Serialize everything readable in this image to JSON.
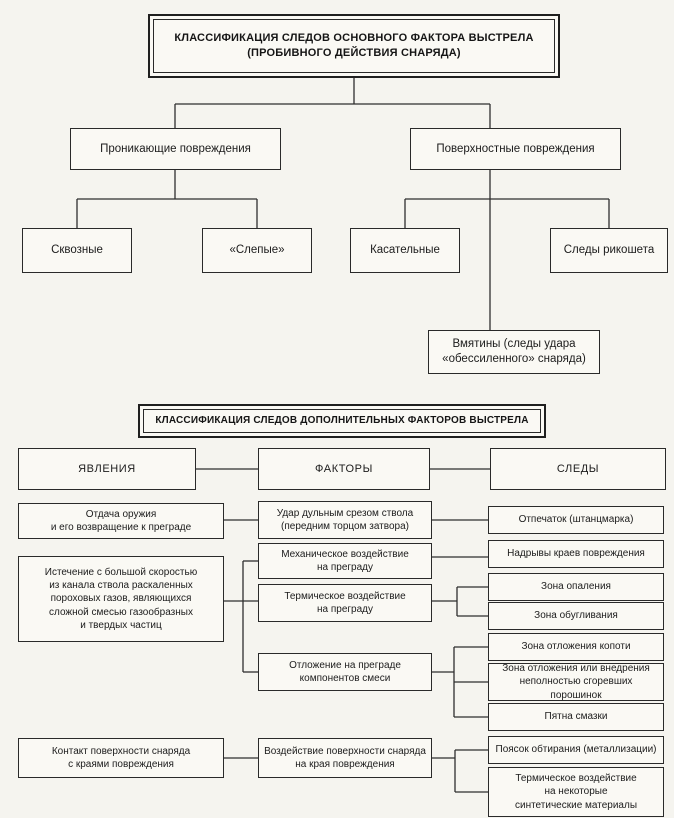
{
  "colors": {
    "ink": "#2a2a2a",
    "paper": "#f5f4ef"
  },
  "diagram1": {
    "title": "КЛАССИФИКАЦИЯ СЛЕДОВ ОСНОВНОГО ФАКТОРА ВЫСТРЕЛА\n(ПРОБИВНОГО ДЕЙСТВИЯ СНАРЯДА)",
    "penetrating": "Проникающие повреждения",
    "surface": "Поверхностные повреждения",
    "through": "Сквозные",
    "blind": "«Слепые»",
    "tangential": "Касательные",
    "ricochet": "Следы рикошета",
    "dents": "Вмятины (следы удара\n«обессиленного» снаряда)"
  },
  "diagram2": {
    "title": "КЛАССИФИКАЦИЯ СЛЕДОВ ДОПОЛНИТЕЛЬНЫХ ФАКТОРОВ ВЫСТРЕЛА",
    "headers": {
      "phenomena": "ЯВЛЕНИЯ",
      "factors": "ФАКТОРЫ",
      "traces": "СЛЕДЫ"
    },
    "phenomena": [
      {
        "label": "Отдача оружия\nи его возвращение к преграде"
      },
      {
        "label": "Истечение с большой скоростью\nиз канала ствола раскаленных\nпороховых газов, являющихся\nсложной смесью газообразных\nи твердых частиц"
      },
      {
        "label": "Контакт поверхности снаряда\nс краями повреждения"
      }
    ],
    "factors": [
      {
        "label": "Удар дульным срезом ствола\n(передним торцом затвора)"
      },
      {
        "label": "Механическое воздействие\nна преграду"
      },
      {
        "label": "Термическое воздействие\nна преграду"
      },
      {
        "label": "Отложение на преграде\nкомпонентов смеси"
      },
      {
        "label": "Воздействие поверхности снаряда\nна края повреждения"
      }
    ],
    "traces": [
      {
        "label": "Отпечаток (штанцмарка)"
      },
      {
        "label": "Надрывы краев повреждения"
      },
      {
        "label": "Зона опаления"
      },
      {
        "label": "Зона обугливания"
      },
      {
        "label": "Зона отложения копоти"
      },
      {
        "label": "Зона отложения или внедрения\nнеполностью сгоревших порошинок"
      },
      {
        "label": "Пятна смазки"
      },
      {
        "label": "Поясок обтирания (металлизации)"
      },
      {
        "label": "Термическое воздействие\nна некоторые\nсинтетические материалы"
      }
    ]
  }
}
